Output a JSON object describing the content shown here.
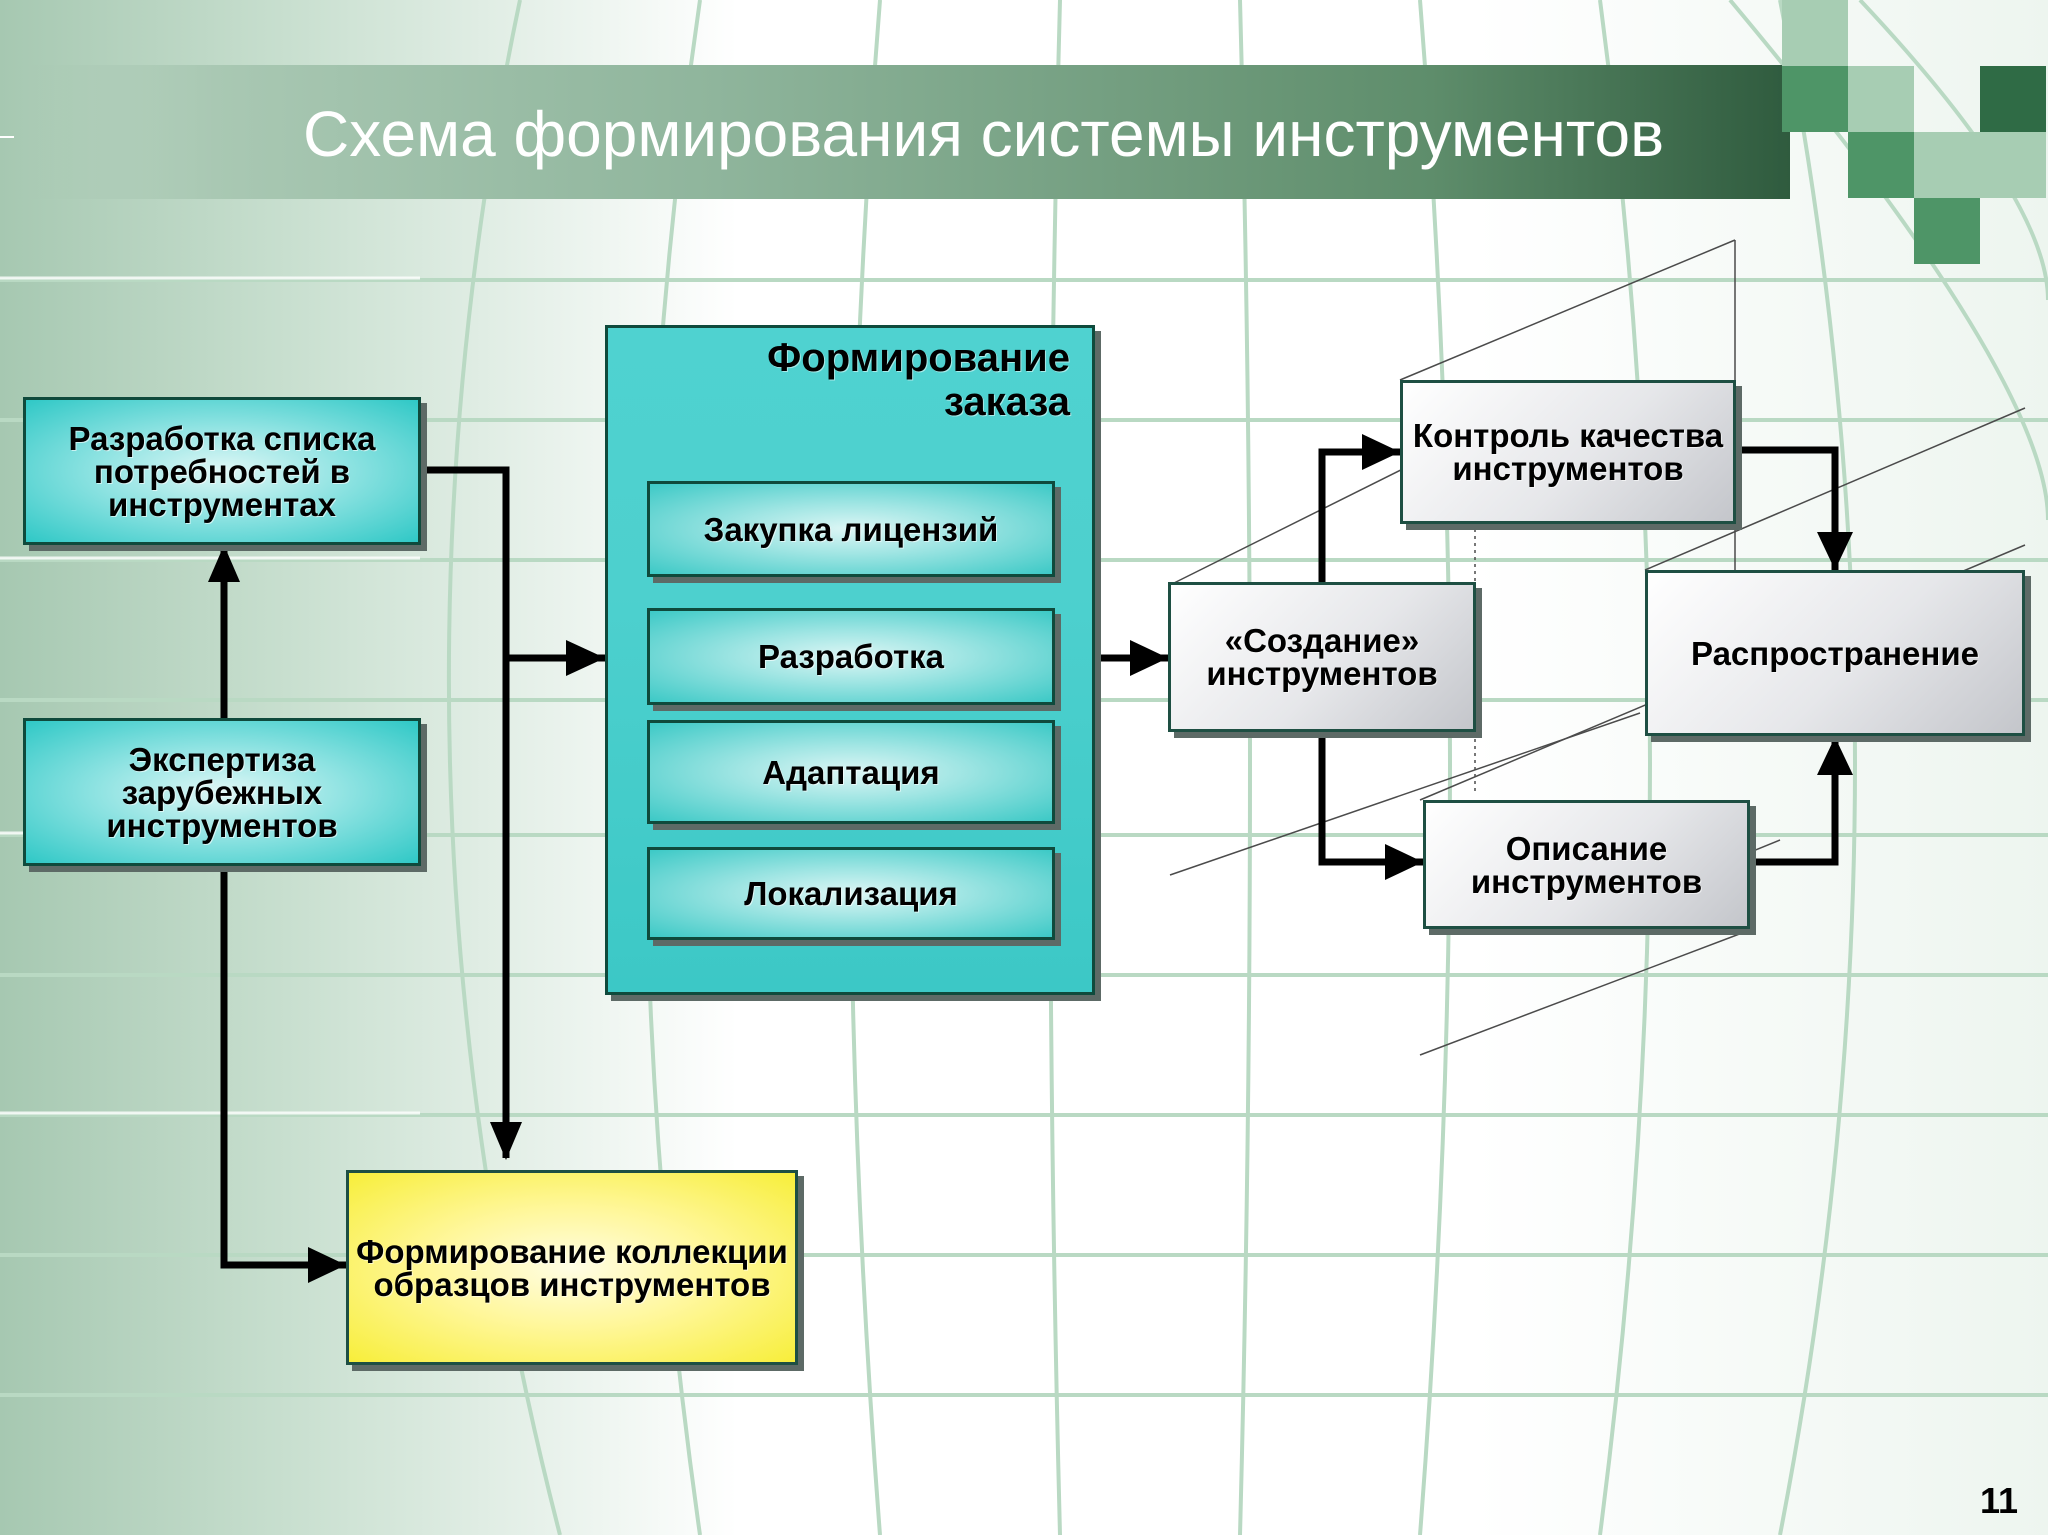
{
  "title": "Схема формирования системы инструментов",
  "page_number": "11",
  "boxes": {
    "needs_list": "Разработка списка потребностей в инструментах",
    "foreign_expertise": "Экспертиза зарубежных инструментов",
    "collection": "Формирование коллекции образцов инструментов",
    "order": {
      "title": "Формирование заказа",
      "items": [
        "Закупка лицензий",
        "Разработка",
        "Адаптация",
        "Локализация"
      ]
    },
    "creation": "«Создание» инструментов",
    "quality_control": "Контроль качества инструментов",
    "description": "Описание инструментов",
    "distribution": "Распространение"
  },
  "colors": {
    "teal": "#3cc8c6",
    "yellow": "#f7ee3a",
    "grey": "#c4c6cb",
    "title_bar": "#2f5b3e",
    "arrow": "#000000",
    "green_square_dark": "#4e9567",
    "green_square_light": "#a7cdb3"
  }
}
